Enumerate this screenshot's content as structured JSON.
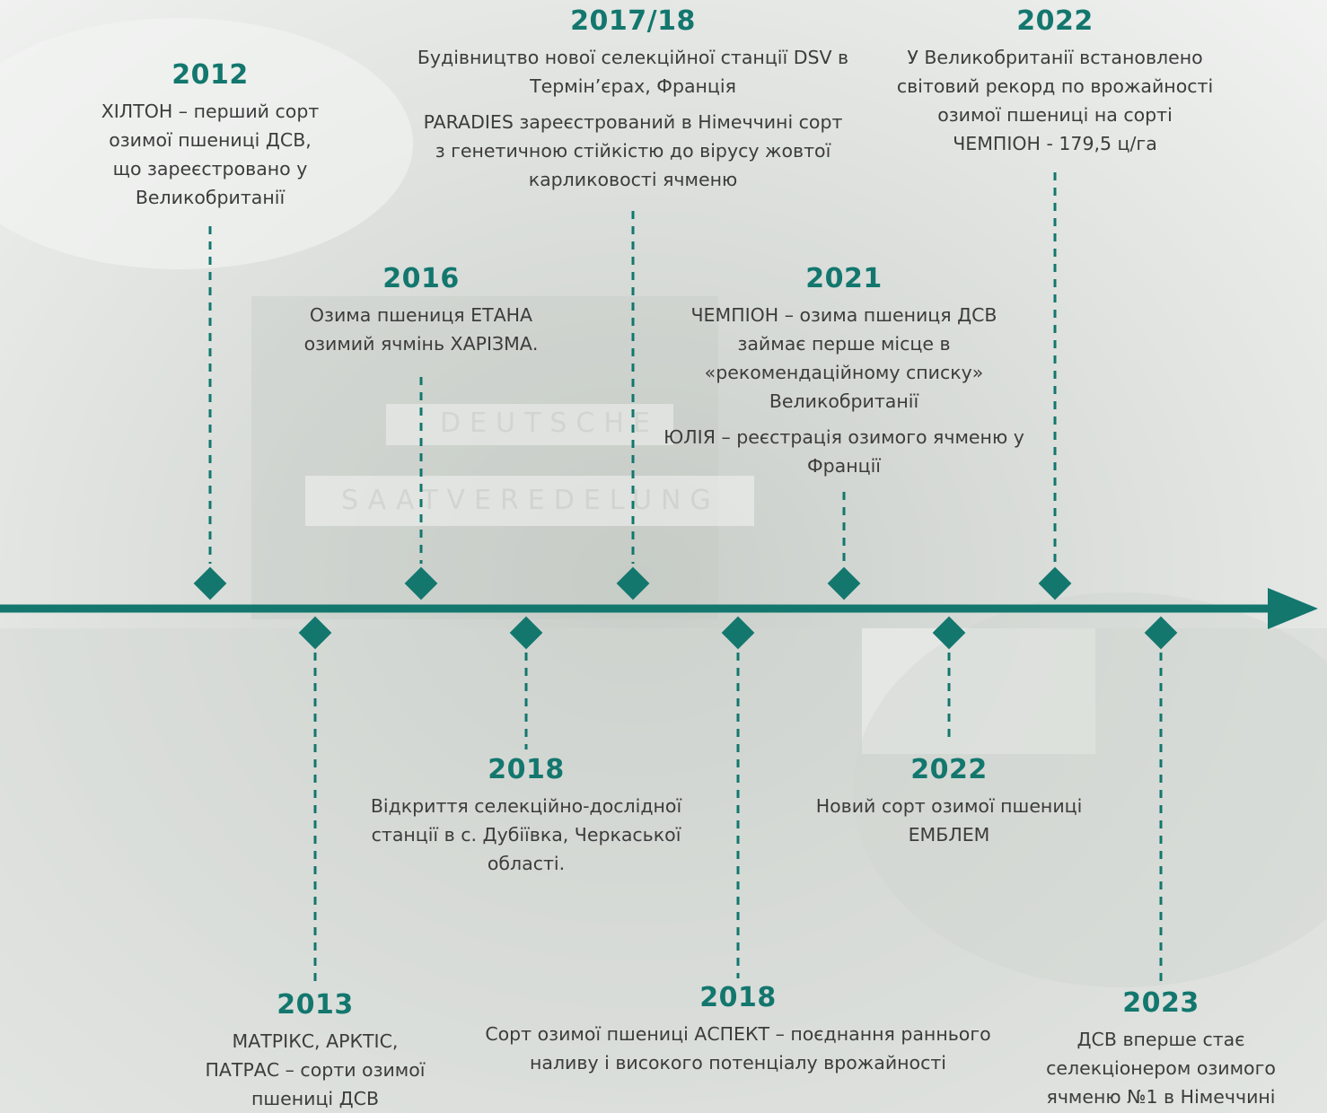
{
  "background": {
    "sign_line1": "DEUTSCHE",
    "sign_line2": "SAATVEREDELUNG"
  },
  "colors": {
    "accent": "#13776e",
    "text": "#3c3c3c",
    "background": "#eceeec"
  },
  "events": [
    {
      "year": "2012",
      "texts": [
        "ХІЛТОН – перший сорт\nозимої пшениці ДСВ,\nщо зареєстровано у\nВеликобританії"
      ]
    },
    {
      "year": "2013",
      "texts": [
        "МАТРІКС, АРКТІС,\nПАТРАС – сорти озимої\nпшениці ДСВ"
      ]
    },
    {
      "year": "2016",
      "texts": [
        "Озима пшениця ЕТАНА\nозимий ячмінь ХАРІЗМА."
      ]
    },
    {
      "year": "2018",
      "texts": [
        "Відкриття селекційно-дослідної\nстанції в с. Дубіївка, Черкаської\nобласті."
      ]
    },
    {
      "year": "2017/18",
      "texts": [
        "Будівництво нової селекційної станції DSV в\nТермін’єрах, Франція",
        "PARADIES зареєстрований в Німеччині сорт\nз генетичною стійкістю до вірусу жовтої\nкарликовості ячменю"
      ]
    },
    {
      "year": "2018",
      "texts": [
        "Сорт озимої пшениці АСПЕКТ – поєднання раннього\nналиву і високого потенціалу врожайності"
      ]
    },
    {
      "year": "2021",
      "texts": [
        "ЧЕМПІОН – озима пшениця ДСВ\nзаймає перше місце в\n«рекомендаційному списку»\nВеликобританії",
        "ЮЛІЯ – реєстрація озимого ячменю у\nФранції"
      ]
    },
    {
      "year": "2022",
      "texts": [
        "Новий сорт озимої пшениці\nЕМБЛЕМ"
      ]
    },
    {
      "year": "2022",
      "texts": [
        "У Великобританії встановлено\nсвітовий рекорд по врожайності\nозимої пшениці на сорті\nЧЕМПІОН - 179,5 ц/га"
      ]
    },
    {
      "year": "2023",
      "texts": [
        "ДСВ вперше стає\nселекціонером озимого\nячменю №1 в Німеччині"
      ]
    }
  ]
}
